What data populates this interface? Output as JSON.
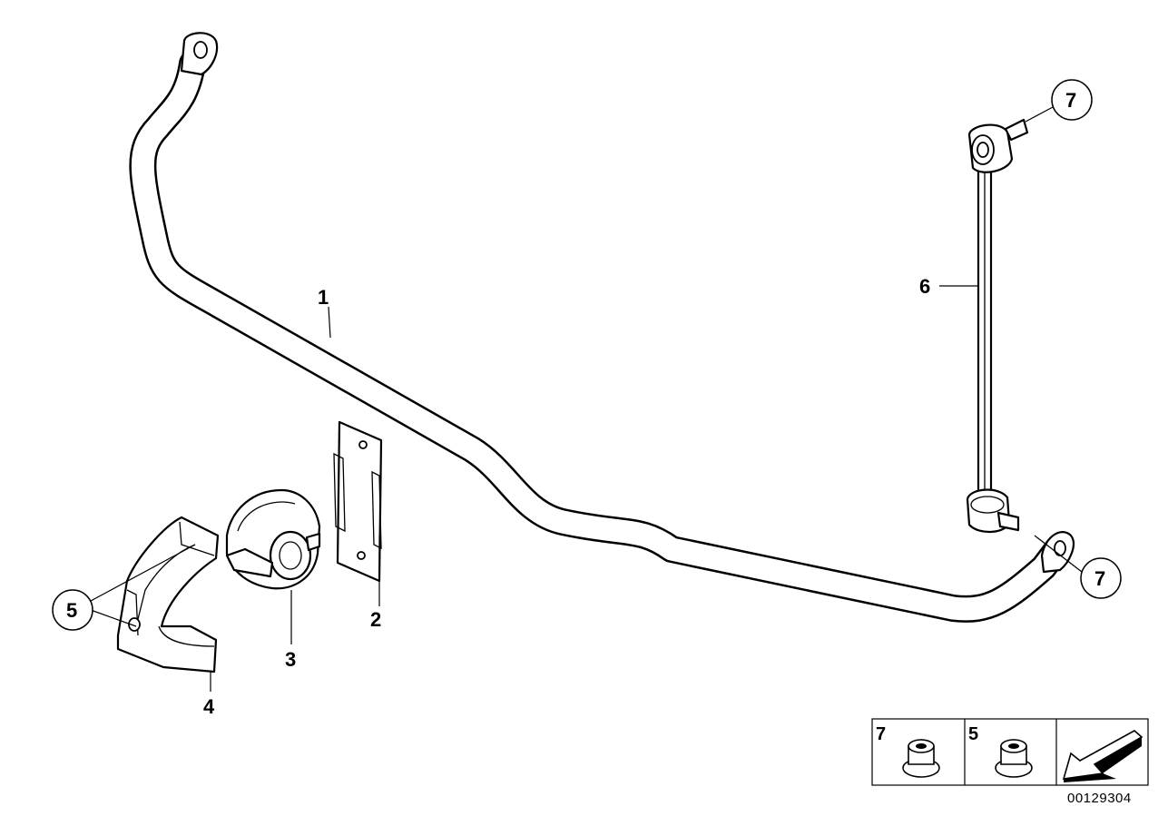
{
  "diagram_id": "00129304",
  "callouts": {
    "c1": "1",
    "c2": "2",
    "c3": "3",
    "c4": "4",
    "c5": "5",
    "c6": "6",
    "c7_top": "7",
    "c7_bottom": "7"
  },
  "legend": {
    "items": [
      {
        "label": "7",
        "icon": "flange-nut-icon"
      },
      {
        "label": "5",
        "icon": "flange-nut-icon"
      },
      {
        "label": "",
        "icon": "direction-arrow-icon"
      }
    ]
  }
}
